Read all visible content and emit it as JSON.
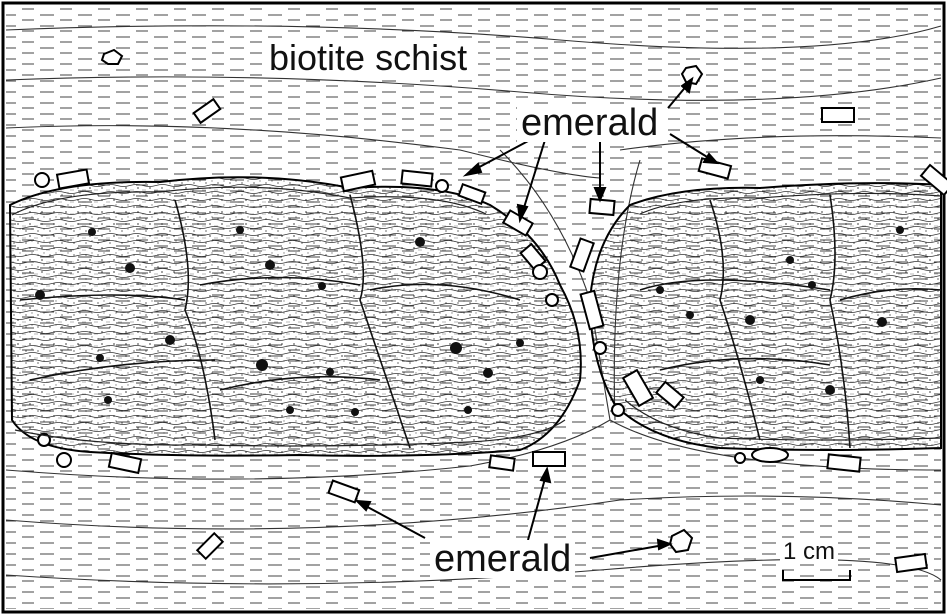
{
  "labels": {
    "host_rock": "biotite schist",
    "mineral_top": "emerald",
    "mineral_bottom": "emerald",
    "scale": "1 cm"
  },
  "colors": {
    "ink": "#111111",
    "paper": "#ffffff"
  }
}
